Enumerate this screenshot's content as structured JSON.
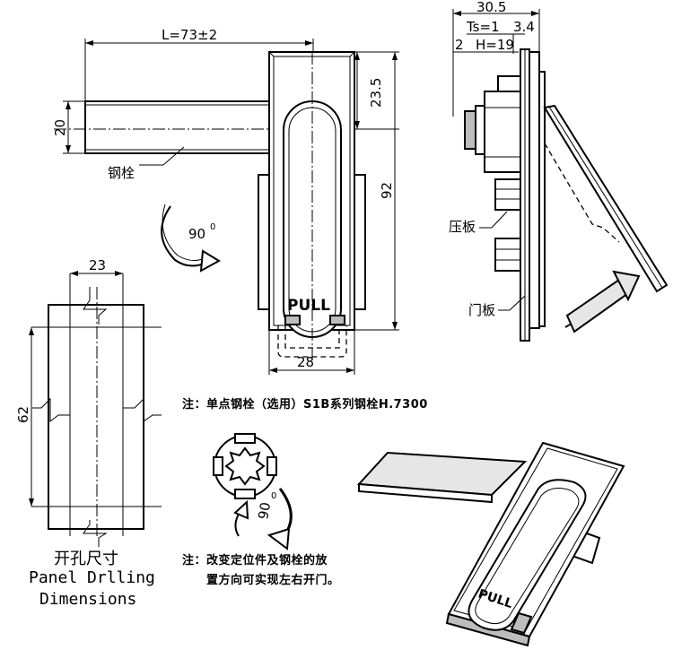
{
  "dimensions": {
    "length": "L=73±2",
    "bolt_width": "20",
    "top_offset": "23.5",
    "height": "92",
    "base_width": "28",
    "hole_width": "23",
    "hole_height": "62",
    "depth_total": "30.5",
    "ts": "Ts=1",
    "ts_value": "3.4",
    "h_prefix": "2",
    "h_value": "H=19"
  },
  "labels": {
    "bolt": "钢栓",
    "pressure_plate": "压板",
    "door_panel": "门板",
    "handle_text": "PULL",
    "rotation_top": "90",
    "rotation_bottom": "90",
    "degree": "0"
  },
  "notes": {
    "note1": "注：单点钢栓（选用）S1B系列钢栓H.7300",
    "note2_line1": "注：改变定位件及钢栓的放",
    "note2_line2": "置方向可实现左右开门。"
  },
  "titles": {
    "drilling_cn": "开孔尺寸",
    "drilling_en_1": "Panel Drlling",
    "drilling_en_2": "Dimensions"
  }
}
